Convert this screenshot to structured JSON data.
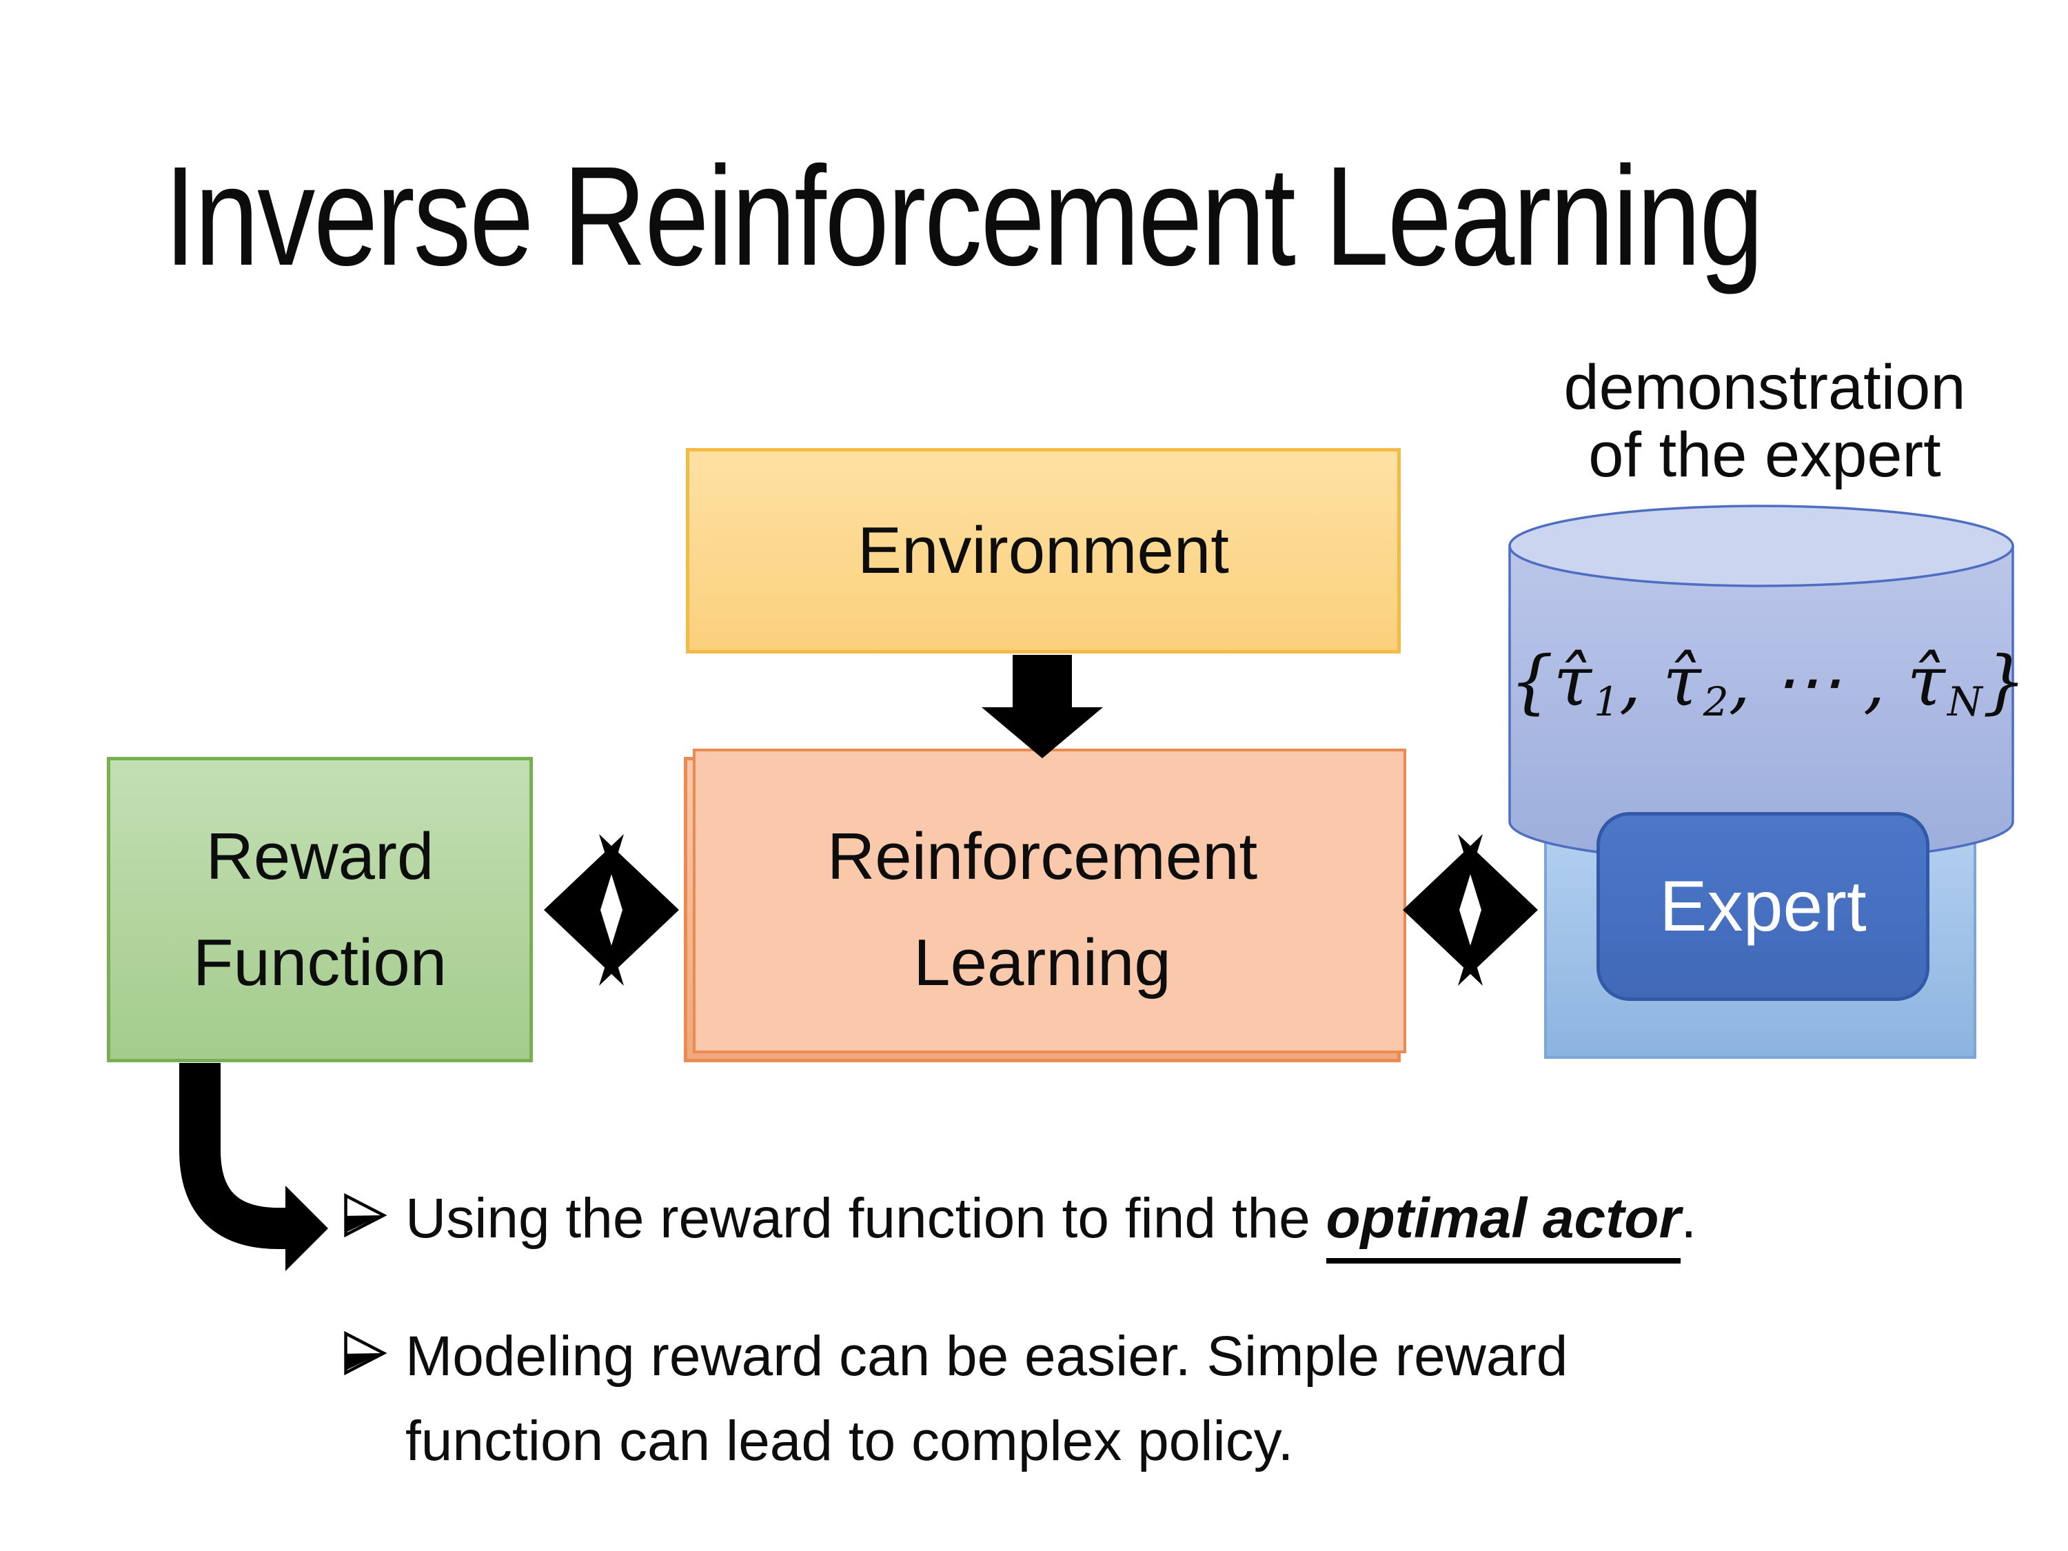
{
  "title": "Inverse Reinforcement Learning",
  "demo_label": {
    "line1": "demonstration",
    "line2": "of the expert"
  },
  "boxes": {
    "environment": "Environment",
    "reward_line1": "Reward",
    "reward_line2": "Function",
    "rl_line1": "Reinforcement",
    "rl_line2": "Learning",
    "expert": "Expert"
  },
  "cylinder": {
    "parts": [
      {
        "t": "{τ̂",
        "s": "1"
      },
      {
        "t": ", τ̂",
        "s": "2"
      },
      {
        "t": ", ⋯ , τ̂",
        "s": "N"
      },
      {
        "t": "}",
        "s": ""
      }
    ]
  },
  "bullets": [
    {
      "pre": "Using the reward function to find the ",
      "em": "optimal actor",
      "post": "."
    },
    {
      "pre": "Modeling reward can be easier. Simple reward function can lead to complex policy.",
      "em": "",
      "post": ""
    }
  ],
  "colors": {
    "environment_fill": "#FBD07D",
    "environment_border": "#F3BA45",
    "reward_fill": "#A4CC8C",
    "reward_border": "#79AE53",
    "rl_fill": "#F1A87D",
    "rl_border": "#EC8B51",
    "cylinder_fill": "#A9B8E0",
    "cylinder_top_fill": "#CBD5F0",
    "cylinder_border": "#4D6EC1",
    "expert_container_fill": "#8CB4E0",
    "expert_fill": "#4A72C4",
    "expert_border": "#3259A6",
    "expert_text": "#FFFFFF",
    "arrow_color": "#000000",
    "text_color": "#0D0D0D"
  }
}
